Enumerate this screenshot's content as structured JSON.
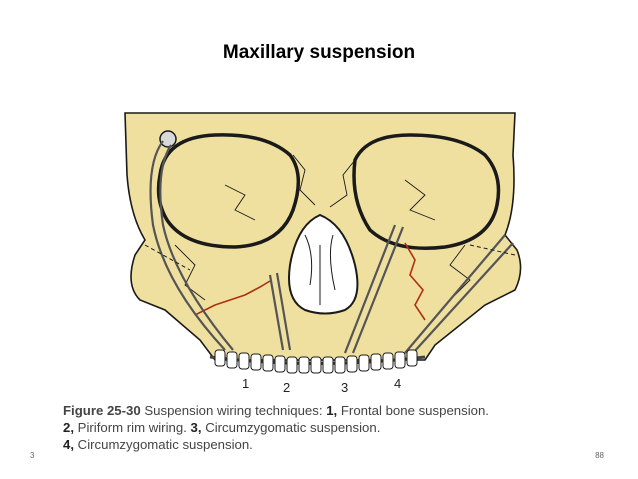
{
  "slide": {
    "title": "Maxillary suspension"
  },
  "figure": {
    "labels": [
      "1",
      "2",
      "3",
      "4"
    ],
    "colors": {
      "bone": "#efe0a0",
      "outline": "#1a1a1a",
      "wire": "#555555",
      "fracture": "#b03010",
      "teeth": "#ffffff"
    }
  },
  "caption": {
    "fig_number": "Figure 25-30",
    "intro": "Suspension wiring techniques:",
    "items": [
      {
        "num": "1,",
        "text": "Frontal bone suspension."
      },
      {
        "num": "2,",
        "text": "Piriform rim wiring."
      },
      {
        "num": "3,",
        "text": "Circumzygomatic suspension."
      },
      {
        "num": "4,",
        "text": "Circumzygomatic suspension."
      }
    ]
  },
  "footer": {
    "left": "3",
    "right": "88"
  }
}
